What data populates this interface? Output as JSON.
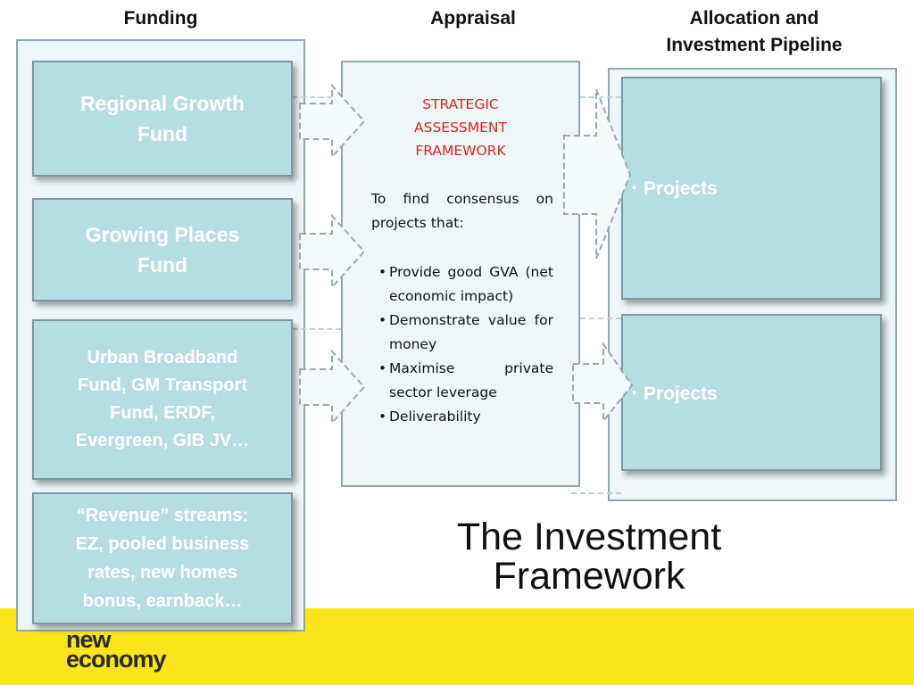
{
  "columns": {
    "funding": "Funding",
    "appraisal": "Appraisal",
    "allocation_line1": "Allocation and",
    "allocation_line2": "Investment Pipeline"
  },
  "funding_boxes": [
    {
      "line1": "Regional Growth",
      "line2": "Fund"
    },
    {
      "line1": "Growing Places",
      "line2": "Fund"
    },
    {
      "line1": "Urban Broadband",
      "line2": "Fund, GM Transport",
      "line3": "Fund, ERDF,",
      "line4": "Evergreen, GIB JV…"
    },
    {
      "line1": "“Revenue” streams:",
      "line2": "EZ, pooled business",
      "line3": "rates, new homes",
      "line4": "bonus, earnback…"
    }
  ],
  "appraisal": {
    "title_line1": "STRATEGIC",
    "title_line2": "ASSESSMENT",
    "title_line3": "FRAMEWORK",
    "intro": "To find consensus on projects that:",
    "bullets": [
      "Provide good GVA (net economic impact)",
      "Demonstrate value for money",
      "Maximise private sector leverage",
      "Deliverability"
    ],
    "bullet_symbol": "•"
  },
  "pipeline": [
    {
      "label": "Projects"
    },
    {
      "label": "Projects"
    }
  ],
  "pipeline_bullet": "•",
  "title_line1": "The Investment",
  "title_line2": "Framework",
  "logo_line1": "new",
  "logo_line2": "economy",
  "colors": {
    "box_fill": "#b6dde2",
    "panel_fill": "#eef6f8",
    "title_red": "#e0221b",
    "band_yellow": "#fbe41a"
  }
}
